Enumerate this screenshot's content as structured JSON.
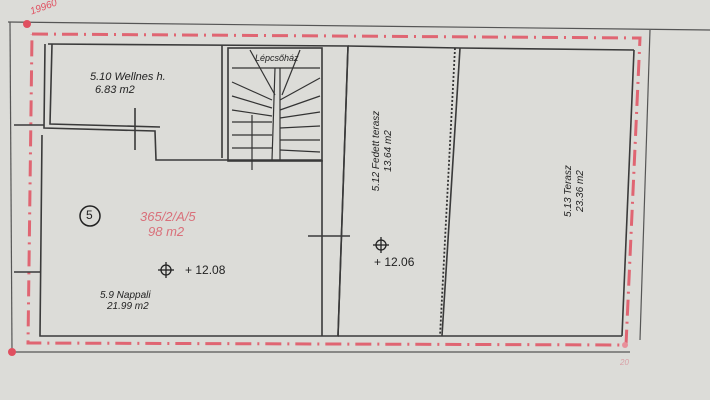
{
  "drawing": {
    "type": "architectural floor plan",
    "colors": {
      "background": "#dcdcd8",
      "walls": "#3a3a3a",
      "boundary": "#e05060",
      "parcel_label": "#d9707a"
    },
    "corner_marker_top": "19960",
    "corner_marker_bottom": "20",
    "unit_badge": "5",
    "parcel": {
      "id": "365/2/A/5",
      "area": "98 m2"
    },
    "rooms": [
      {
        "id": "5.10",
        "name": "5.10 Wellnes h.",
        "area": "6.83 m2"
      },
      {
        "id": "stair",
        "name": "Lépcsőház"
      },
      {
        "id": "5.9",
        "name": "5.9 Nappali",
        "area": "21.99 m2"
      },
      {
        "id": "5.12",
        "name": "5.12 Fedett terasz",
        "area": "13.64 m2"
      },
      {
        "id": "5.13",
        "name": "5.13 Terasz",
        "area": "23.36 m2"
      }
    ],
    "levels": [
      {
        "symbol": "level-marker",
        "value": "+ 12.08"
      },
      {
        "symbol": "level-marker",
        "value": "+ 12.06"
      }
    ]
  }
}
